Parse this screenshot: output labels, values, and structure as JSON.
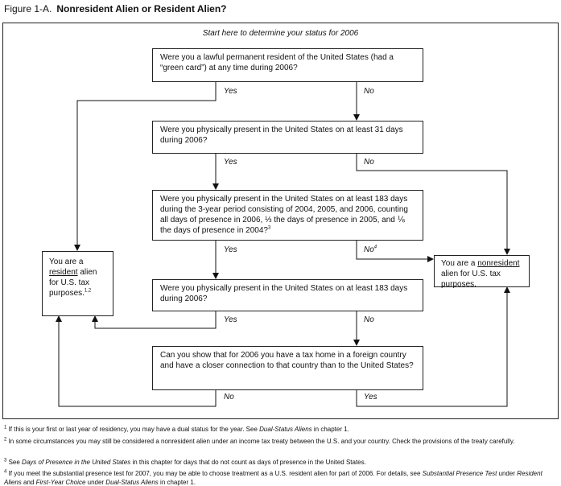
{
  "figure_label": "Figure 1-A.",
  "title": "Nonresident Alien or Resident Alien?",
  "start": "Start here to determine your status for 2006",
  "questions": [
    "Were you a lawful permanent resident of the United States (had a “green card”) at any time during 2006?",
    "Were you physically present in the United States on at least 31 days during 2006?",
    "Were you physically present in the United States on at least 183 days during the 3-year period consisting of 2004, 2005, and 2006, counting all days of presence in 2006, ⅓ the days of presence in 2005, and ⅙ the days of presence in 2004?",
    "Were you physically present in the United States on at least 183 days during 2006?",
    "Can you show that for 2006 you have a tax home in a foreign country and have a closer connection to that country than to the United States?"
  ],
  "q3_footnote": "3",
  "labels": {
    "yes": "Yes",
    "no": "No",
    "no_fn": "4"
  },
  "resident": {
    "pre": "You are a",
    "key": "resident",
    "post": "alien for U.S. tax purposes.",
    "fn": "1,2"
  },
  "nonresident": {
    "pre": "You are a",
    "key": "nonresident",
    "post": "alien for U.S. tax purposes."
  },
  "footnotes": [
    {
      "n": "1",
      "parts": [
        "If this is your first or last year of residency, you may have a dual status for the year. See ",
        "Dual-Status Aliens",
        " in chapter 1."
      ]
    },
    {
      "n": "2",
      "parts": [
        "In some circumstances you may still be considered a nonresident alien under an income tax treaty between the U.S. and your country. Check the provisions of the treaty carefully."
      ]
    },
    {
      "n": "3",
      "parts": [
        "See ",
        "Days of Presence in the United States",
        " in this chapter for days that do not count as days of presence in the United States."
      ]
    },
    {
      "n": "4",
      "parts": [
        "If you meet the substantial presence test for 2007, you may be able to choose treatment as a U.S. resident alien for part of 2006. For details, see ",
        "Substantial Presence Test",
        " under ",
        "Resident Aliens",
        " and ",
        "First-Year Choice",
        " under ",
        "Dual-Status Aliens",
        " in chapter 1."
      ]
    }
  ]
}
